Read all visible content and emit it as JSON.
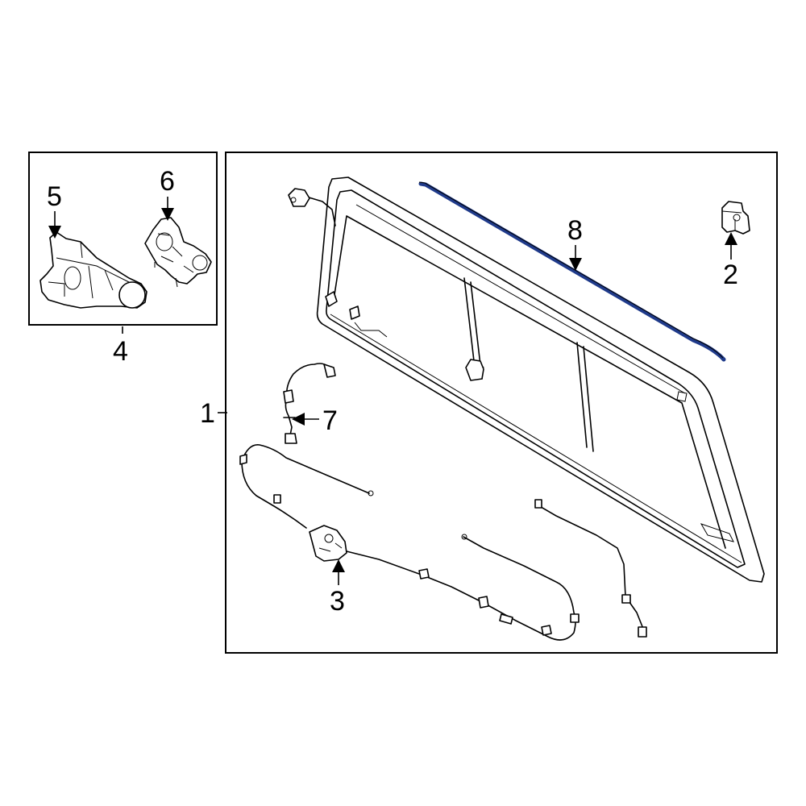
{
  "diagram": {
    "highlight_color": "#1f3a8a",
    "line_color": "#000000",
    "background": "#ffffff",
    "callouts": [
      {
        "id": "1",
        "label": "1"
      },
      {
        "id": "2",
        "label": "2"
      },
      {
        "id": "3",
        "label": "3"
      },
      {
        "id": "4",
        "label": "4"
      },
      {
        "id": "5",
        "label": "5"
      },
      {
        "id": "6",
        "label": "6"
      },
      {
        "id": "7",
        "label": "7"
      },
      {
        "id": "8",
        "label": "8"
      }
    ]
  }
}
